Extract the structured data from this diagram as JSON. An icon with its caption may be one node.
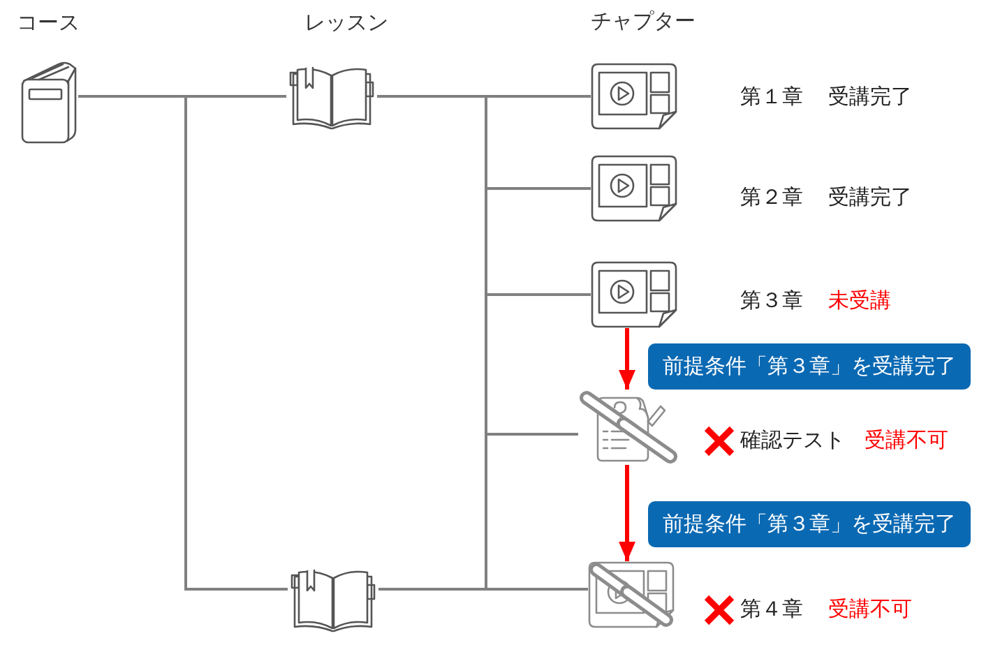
{
  "diagram": {
    "nodes": [
      {
        "text": [],
        "shape": "picture"
      },
      {
        "text": [],
        "shape": "picture"
      },
      {
        "text": [],
        "shape": "picture",
        "beside": [
          "第１章",
          "受講完了"
        ]
      },
      {
        "text": [],
        "shape": "picture",
        "beside": [
          "第２章",
          "受講完了"
        ]
      },
      {
        "text": [],
        "shape": "picture",
        "beside": [
          "第３章",
          "未受講"
        ]
      },
      {
        "text": [
          "前提条件「第３章」を受講完了"
        ]
      },
      {
        "text": [],
        "shape": "picture",
        "beside": [
          "確認テスト",
          "受講不可"
        ]
      },
      {
        "text": [
          "前提条件「第３章」を受講完了"
        ]
      },
      {
        "text": [],
        "shape": "picture"
      },
      {
        "text": [],
        "shape": "picture",
        "beside": [
          "第４章",
          "受講不可"
        ]
      }
    ],
    "edges": [
      {
        "from": 0,
        "to": 1,
        "arrow": "none"
      },
      {
        "from": 0,
        "to": 8,
        "arrow": "none"
      },
      {
        "from": 1,
        "to": 2,
        "arrow": "none"
      },
      {
        "from": 1,
        "to": 3,
        "arrow": "none"
      },
      {
        "from": 1,
        "to": 4,
        "arrow": "none"
      },
      {
        "from": 1,
        "to": 6,
        "arrow": "none"
      },
      {
        "from": 1,
        "to": 9,
        "arrow": "none"
      },
      {
        "from": 8,
        "to": 9,
        "arrow": "none"
      },
      {
        "from": 4,
        "to": 6,
        "arrow": "to",
        "color": "#ff0000"
      },
      {
        "from": 6,
        "to": 9,
        "arrow": "to",
        "color": "#ff0000"
      }
    ],
    "labels": [
      "コース",
      "レッスン",
      "チャプター"
    ]
  }
}
